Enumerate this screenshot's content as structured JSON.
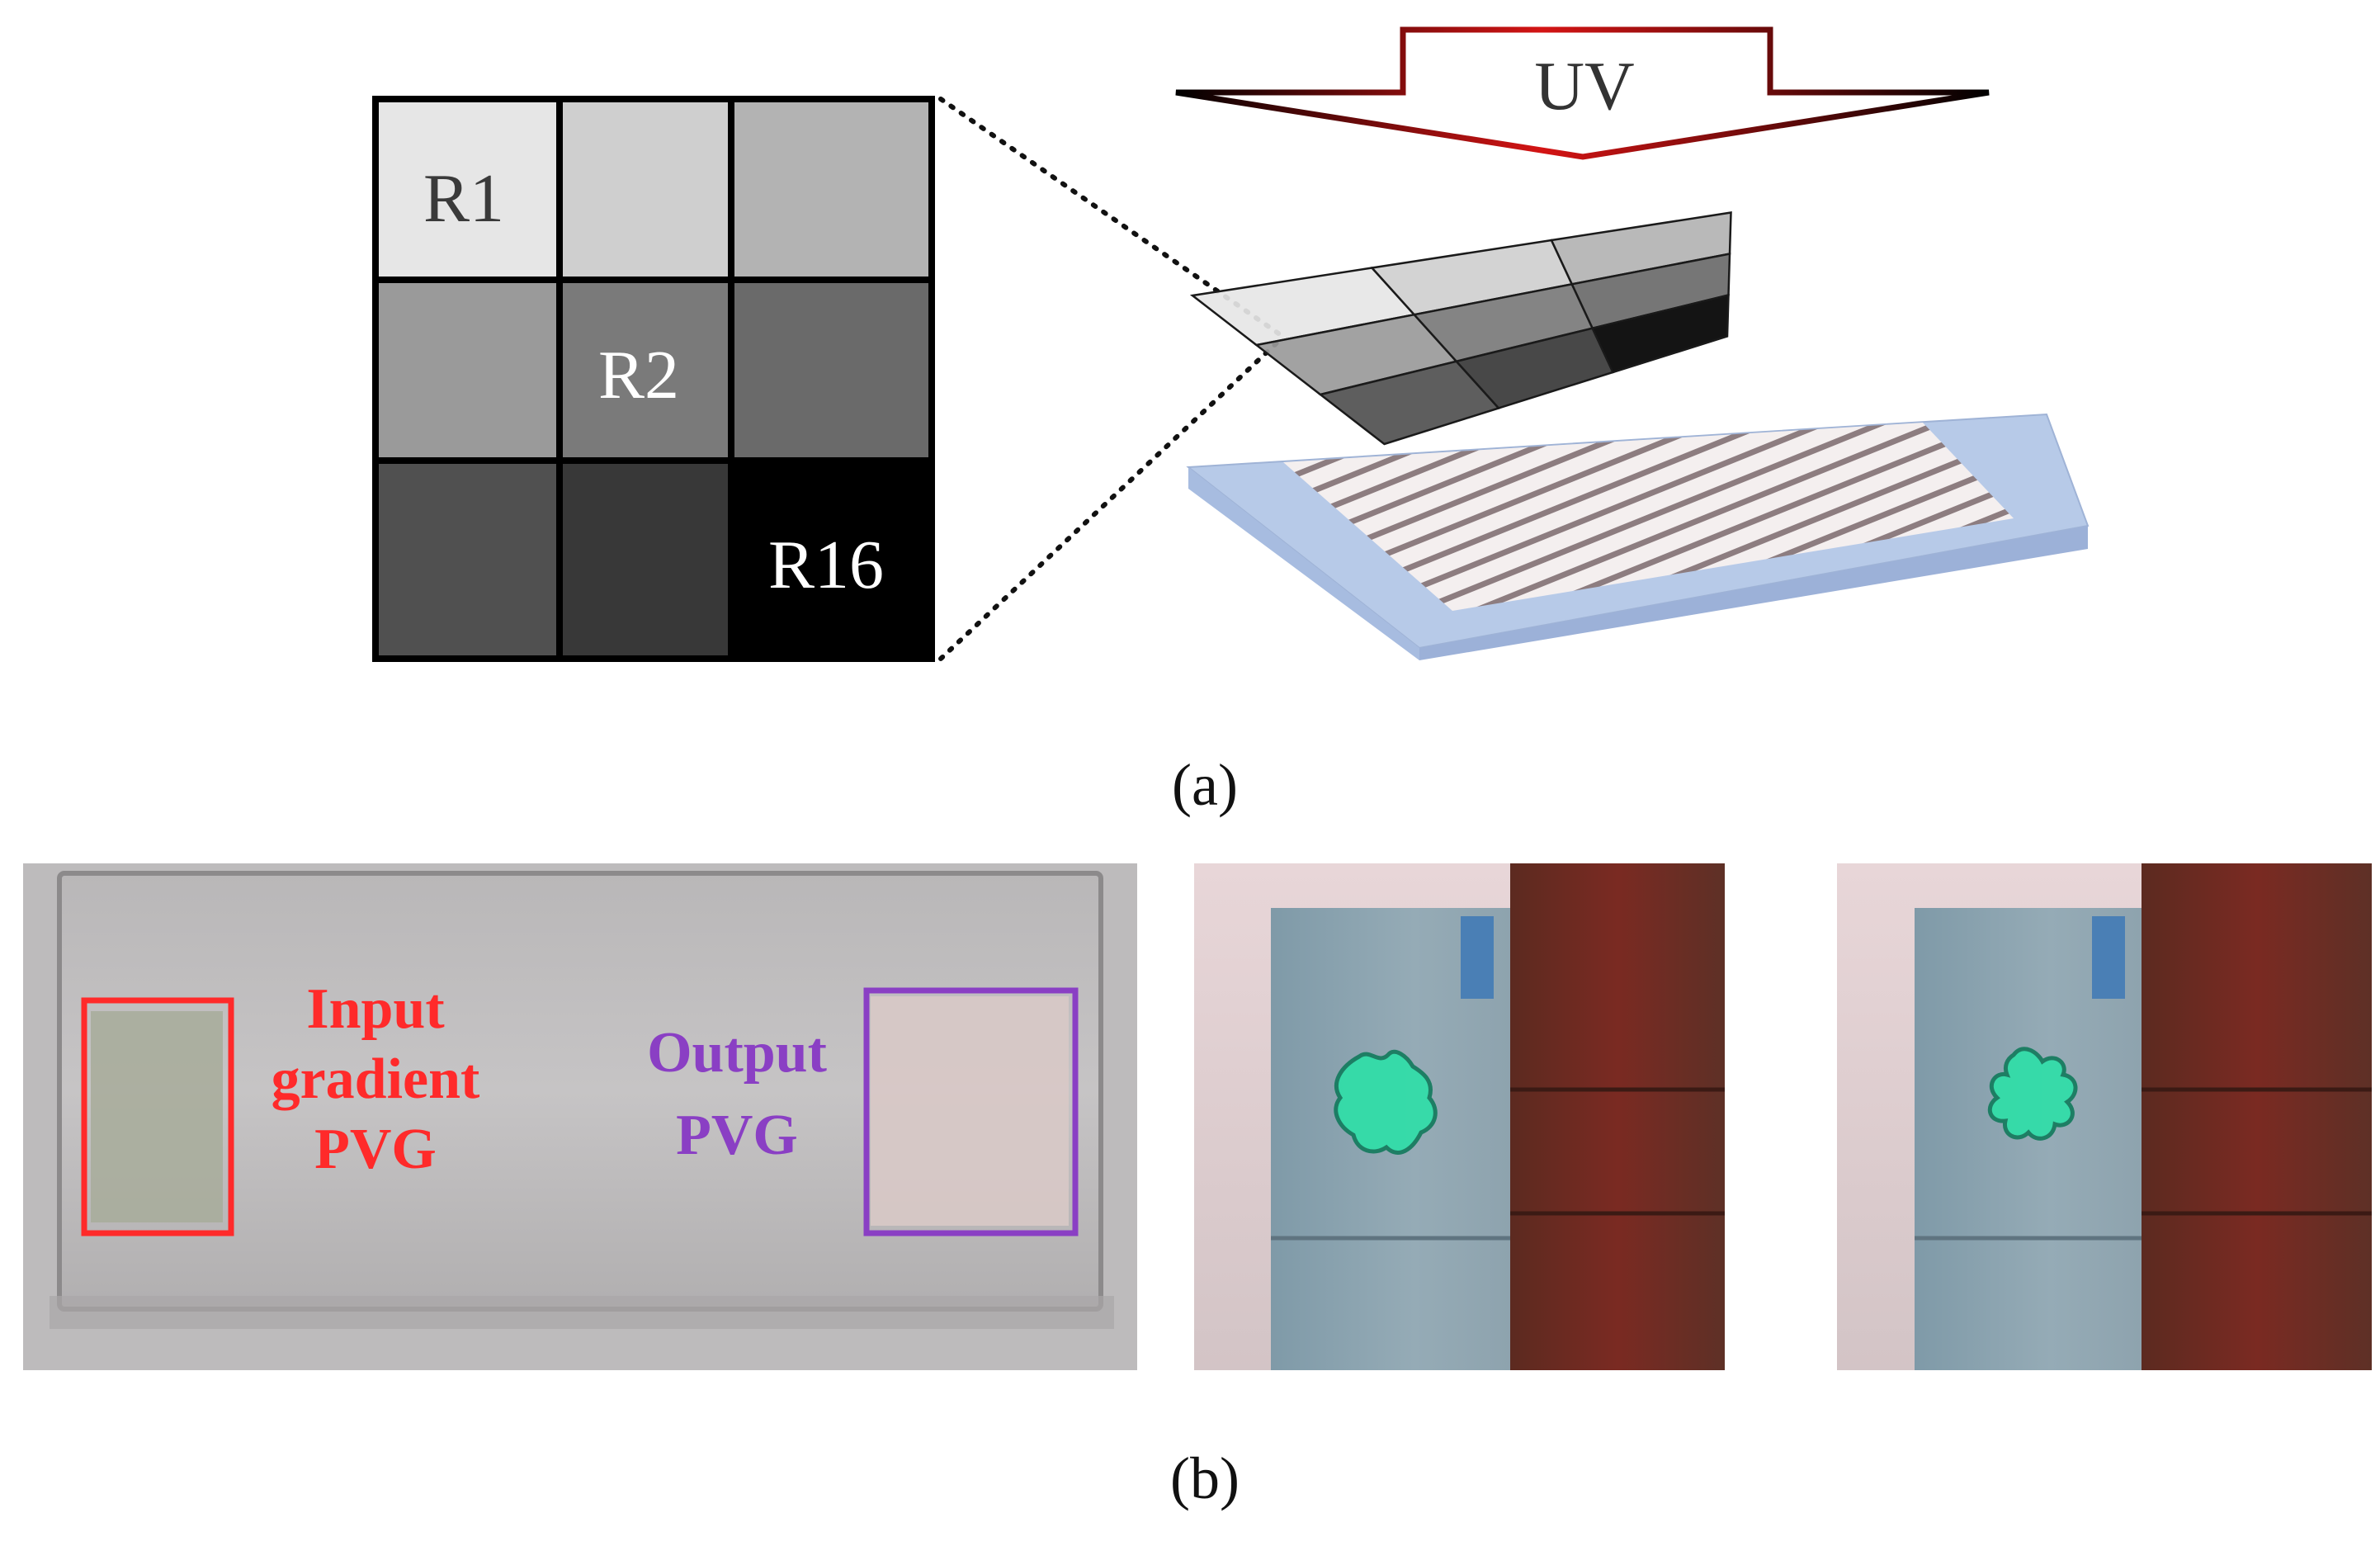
{
  "panel_a": {
    "caption": "(a)",
    "grid_labels": {
      "r1": "R1",
      "r2": "R2",
      "r16": "R16"
    },
    "uv_label": "UV",
    "grid_shades": [
      "#e6e6e6",
      "#cfcfcf",
      "#b3b3b3",
      "#9a9a9a",
      "#7a7a7a",
      "#6a6a6a",
      "#505050",
      "#383838",
      "#000000"
    ]
  },
  "panel_b": {
    "caption": "(b)",
    "input_label": [
      "Input",
      "gradient",
      "PVG"
    ],
    "output_label": [
      "Output",
      "PVG"
    ],
    "colors": {
      "input": "#ff2a2a",
      "output": "#8a3fc4",
      "hologram": "#2de0a8"
    }
  }
}
